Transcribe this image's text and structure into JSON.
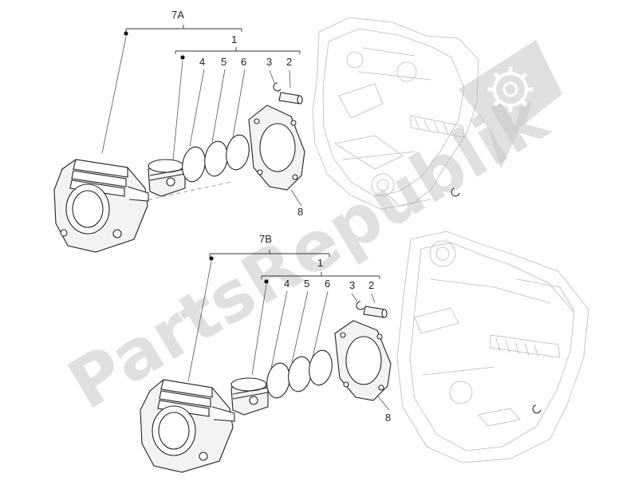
{
  "watermark": {
    "text": "PartsRepublik",
    "color": "#c6c6c6",
    "logo": "gear-icon"
  },
  "groups": [
    {
      "name": "7A",
      "kit_label": "1",
      "parts": [
        {
          "label": "4"
        },
        {
          "label": "5"
        },
        {
          "label": "6"
        },
        {
          "label": "3"
        },
        {
          "label": "2"
        },
        {
          "label": "8"
        }
      ]
    },
    {
      "name": "7B",
      "kit_label": "1",
      "parts": [
        {
          "label": "4"
        },
        {
          "label": "5"
        },
        {
          "label": "6"
        },
        {
          "label": "3"
        },
        {
          "label": "2"
        },
        {
          "label": "8"
        }
      ]
    }
  ]
}
